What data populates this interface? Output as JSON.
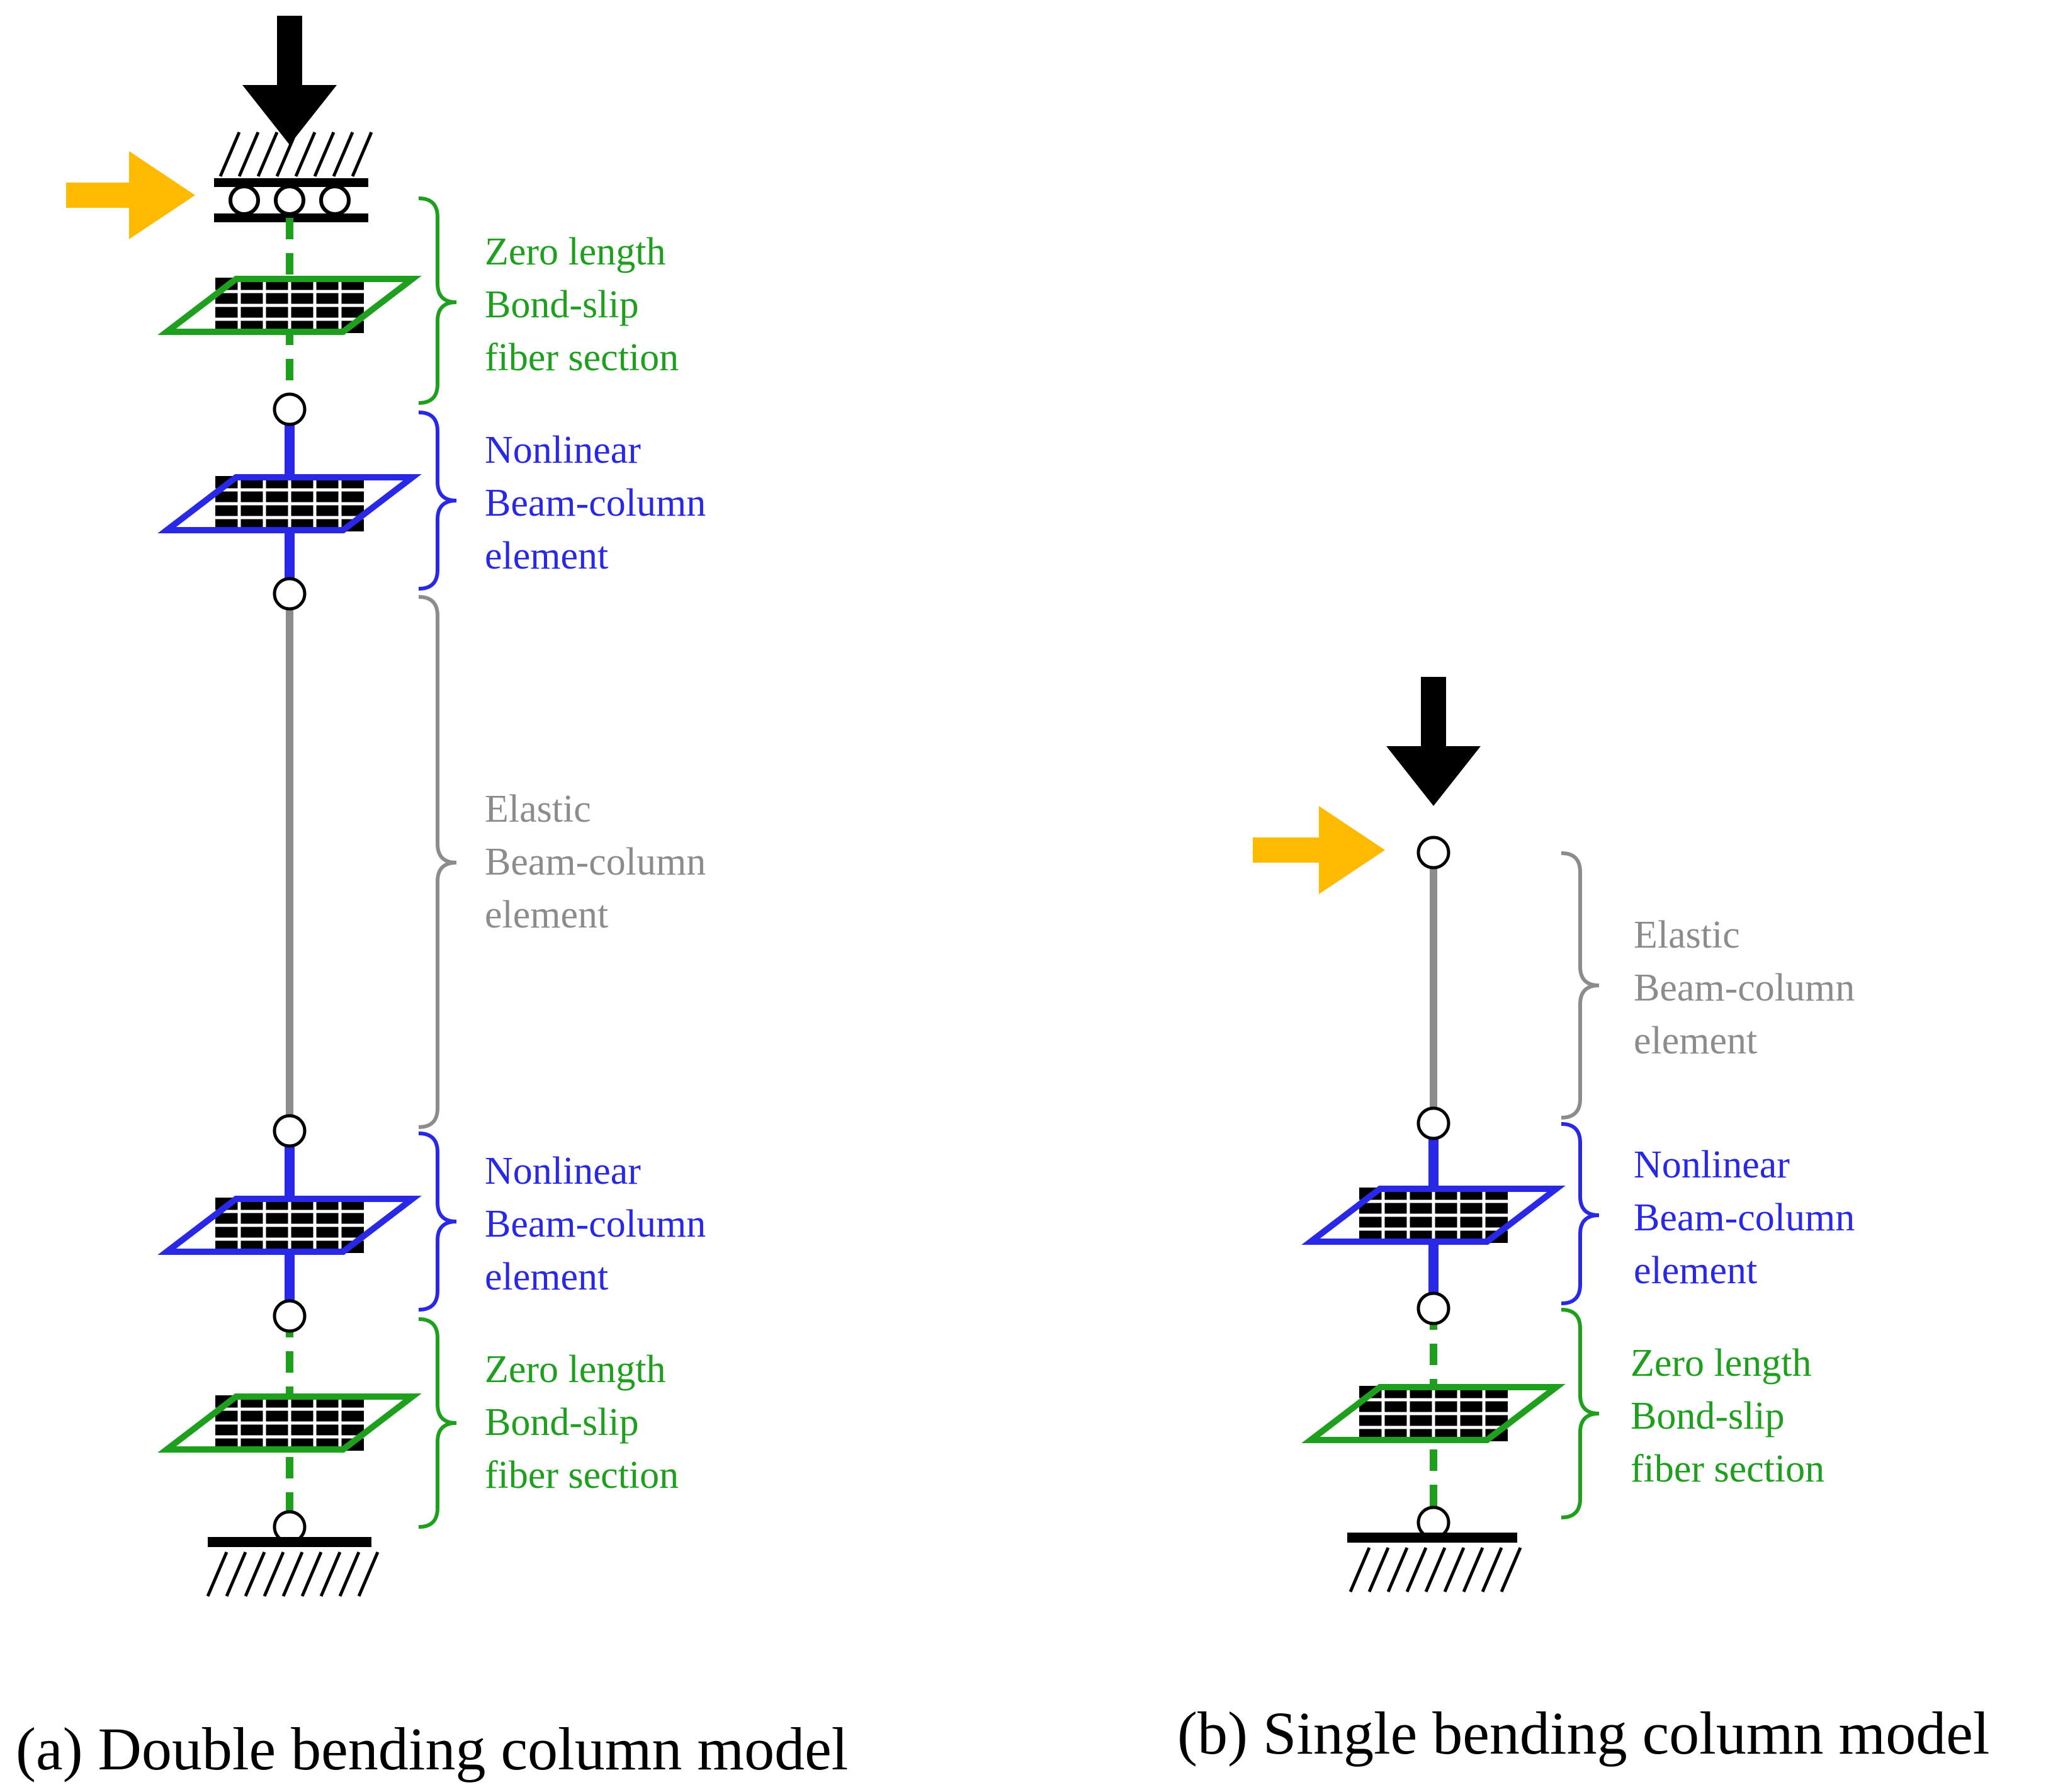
{
  "colors": {
    "bond_slip": "#1ea01e",
    "nonlinear": "#2828e6",
    "elastic": "#8c8c8c",
    "lateral_load": "#ffba00",
    "axial_load": "#000000",
    "support": "#000000"
  },
  "labels": {
    "zero_length": [
      "Zero length",
      "Bond-slip",
      "fiber section"
    ],
    "nonlinear": [
      "Nonlinear",
      "Beam-column",
      "element"
    ],
    "elastic": [
      "Elastic",
      "Beam-column",
      "element"
    ]
  },
  "captions": {
    "a": "(a) Double bending column model",
    "b": "(b) Single bending column model"
  },
  "icons": [
    "axial-load-arrow-icon",
    "lateral-load-arrow-icon",
    "roller-support-icon",
    "fixed-support-icon",
    "fiber-section-icon",
    "node-icon"
  ]
}
